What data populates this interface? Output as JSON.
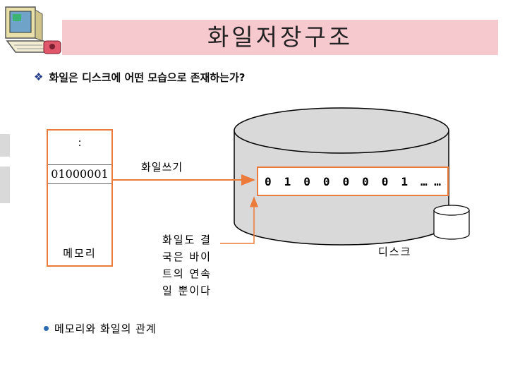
{
  "header": {
    "title": "화일저장구조"
  },
  "bullet": {
    "text": "화일은 디스크에 어떤 모습으로 존재하는가?"
  },
  "memory": {
    "colon": ":",
    "value": "01000001",
    "label": "메모리"
  },
  "arrows": {
    "write_label": "화일쓰기"
  },
  "note": {
    "line1": "화일도 결",
    "line2": "국은 바이",
    "line3": "트의 연속",
    "line4": "일 뿐이다"
  },
  "disk": {
    "bits": [
      "0",
      "1",
      "0",
      "0",
      "0",
      "0",
      "0",
      "1",
      "… …"
    ],
    "label": "디스크"
  },
  "caption": {
    "text": "메모리와 화일의 관계"
  },
  "colors": {
    "title_bg": "#f6c9cf",
    "accent_orange": "#ec7a3a",
    "disk_fill": "#d9d9d9",
    "bullet_blue": "#1f3a8a"
  }
}
